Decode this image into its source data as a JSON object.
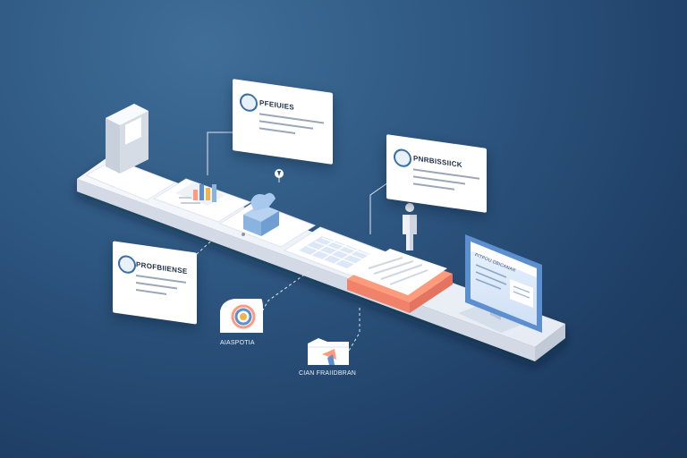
{
  "callouts": {
    "top": {
      "title": "PFEIUIES"
    },
    "right": {
      "title": "PNRBISSIICK"
    },
    "left": {
      "title": "PROFBIIENSE"
    }
  },
  "icon_labels": {
    "analytics": "AIASPOTIA",
    "cloud": "CIAN FRAIIDBRAN"
  },
  "monitor": {
    "header": "PITPOU DBICANAR"
  },
  "colors": {
    "background": "#1f3f66",
    "platform": "#eef2f8",
    "accent_orange": "#ff9b7d",
    "accent_blue": "#5b8fd0"
  }
}
